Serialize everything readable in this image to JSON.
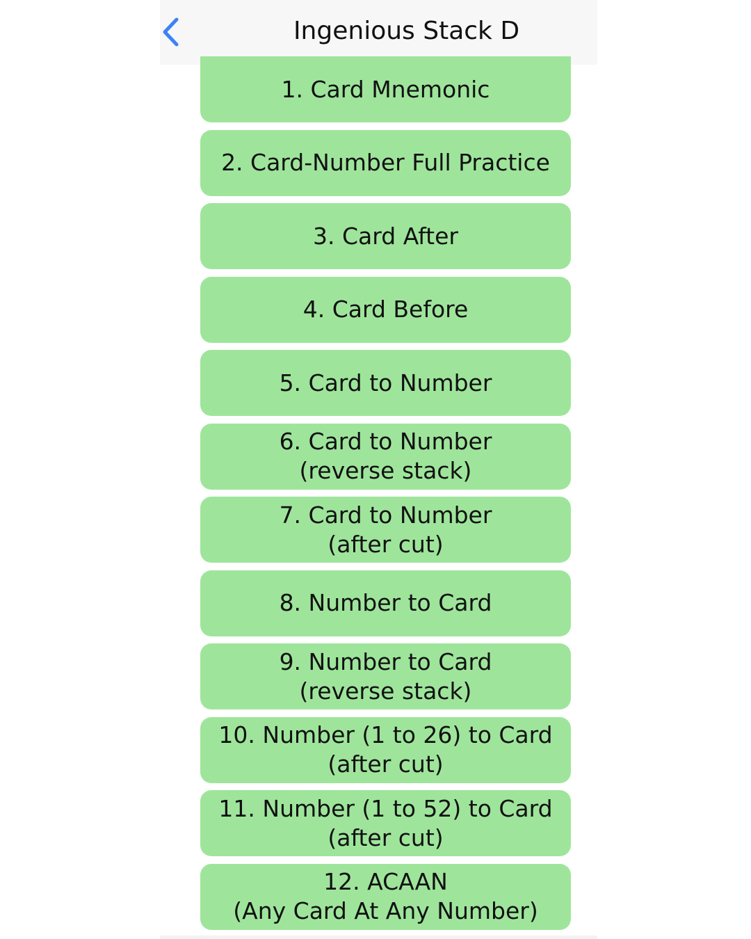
{
  "nav": {
    "title": "Ingenious Stack D",
    "back_icon": "chevron-left-icon",
    "accent_color": "#3b82f6"
  },
  "menu": {
    "button_color": "#9ee59b",
    "items": [
      {
        "line1": "1. Card Mnemonic",
        "line2": ""
      },
      {
        "line1": "2. Card-Number Full Practice",
        "line2": ""
      },
      {
        "line1": "3. Card After",
        "line2": ""
      },
      {
        "line1": "4. Card Before",
        "line2": ""
      },
      {
        "line1": "5. Card to Number",
        "line2": ""
      },
      {
        "line1": "6. Card to Number",
        "line2": "(reverse stack)"
      },
      {
        "line1": "7. Card to Number",
        "line2": "(after cut)"
      },
      {
        "line1": "8. Number to Card",
        "line2": ""
      },
      {
        "line1": "9. Number to Card",
        "line2": "(reverse stack)"
      },
      {
        "line1": "10. Number (1 to 26) to Card",
        "line2": "(after cut)"
      },
      {
        "line1": "11. Number (1 to 52) to Card",
        "line2": "(after cut)"
      },
      {
        "line1": "12. ACAAN",
        "line2": "(Any Card At Any Number)"
      }
    ]
  }
}
